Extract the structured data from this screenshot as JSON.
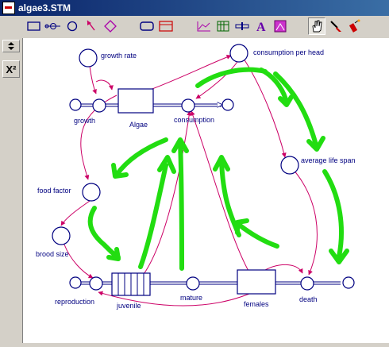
{
  "window": {
    "title": "algae3.STM"
  },
  "toolbar": {
    "icons": [
      "stock-tool",
      "flow-tool",
      "converter-tool",
      "connector-tool",
      "decision-tool",
      "module-tool",
      "sector-tool",
      "graph-tool",
      "table-tool",
      "slider-tool",
      "text-tool",
      "image-tool",
      "hand-tool",
      "paintbrush-tool",
      "dynamite-tool"
    ],
    "selected": "hand-tool"
  },
  "side_panel": {
    "sigma_label": "X²"
  },
  "diagram": {
    "stocks": {
      "algae": "Algae",
      "juvenile": "juvenile",
      "females": "females"
    },
    "flows": {
      "growth": "growth",
      "consumption": "consumption",
      "reproduction": "reproduction",
      "mature": "mature",
      "death": "death"
    },
    "converters": {
      "growth_rate": "growth rate",
      "consumption_per_head": "consumption per head",
      "average_life_span": "average life span",
      "food_factor": "food factor",
      "brood_size": "brood size"
    },
    "colors": {
      "outline": "#000080",
      "connector": "#cc0066",
      "annotation": "#22dd11"
    }
  }
}
